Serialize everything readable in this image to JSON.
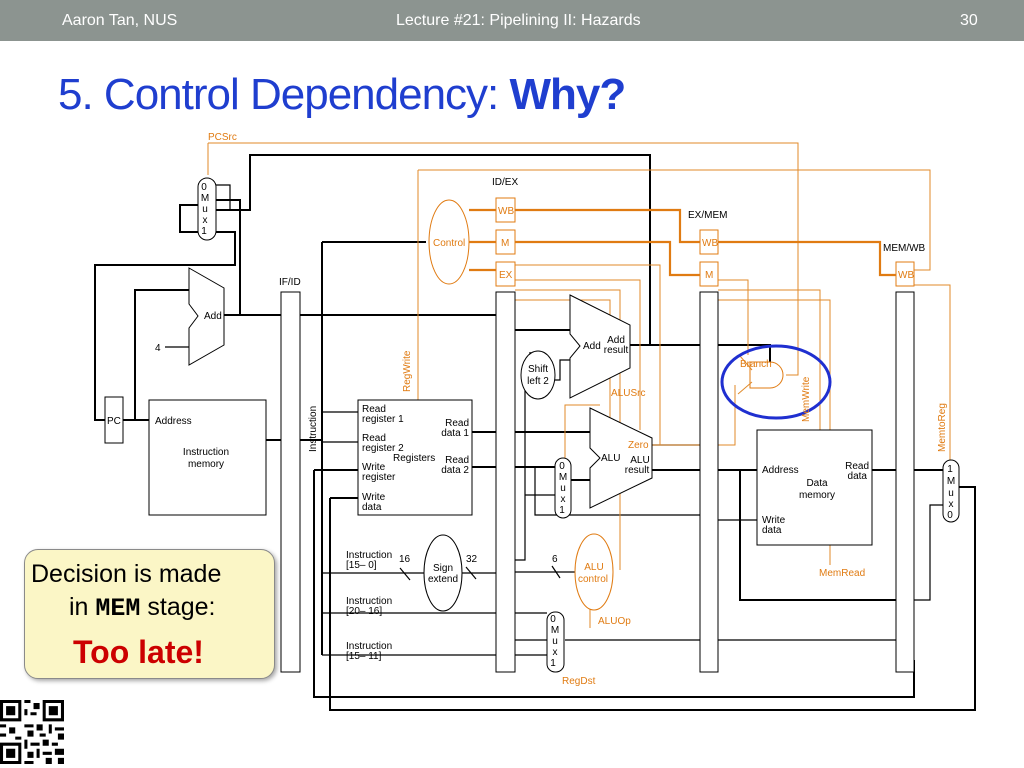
{
  "header": {
    "left": "Aaron Tan, NUS",
    "center": "Lecture #21: Pipelining II: Hazards",
    "page": "30"
  },
  "title": {
    "main": "5. Control Dependency: ",
    "emph": "Why?"
  },
  "callout": {
    "line1": "Decision is made",
    "line2_pre": "in ",
    "line2_code": "MEM",
    "line2_post": " stage:",
    "line3": "Too late!"
  },
  "diagram": {
    "pcsrc": "PCSrc",
    "mux_top": [
      "0",
      "M",
      "u",
      "x",
      "1"
    ],
    "add": "Add",
    "four": "4",
    "pc": "PC",
    "imem_address": "Address",
    "imem_name1": "Instruction",
    "imem_name2": "memory",
    "if_id": "IF/ID",
    "id_ex": "ID/EX",
    "ex_mem": "EX/MEM",
    "mem_wb": "MEM/WB",
    "wb": "WB",
    "m": "M",
    "ex": "EX",
    "control": "Control",
    "regwrite": "RegWrite",
    "instruction_vert": "Instruction",
    "reg_read1a": "Read",
    "reg_read1b": "register 1",
    "reg_read2a": "Read",
    "reg_read2b": "register 2",
    "reg_write_a": "Write",
    "reg_write_b": "register",
    "reg_wdata_a": "Write",
    "reg_wdata_b": "data",
    "reg_name": "Registers",
    "reg_rd1a": "Read",
    "reg_rd1b": "data 1",
    "reg_rd2a": "Read",
    "reg_rd2b": "data 2",
    "shift_a": "Shift",
    "shift_b": "left 2",
    "add_result_a": "Add",
    "add_result_b": "result",
    "alusrc": "ALUSrc",
    "zero": "Zero",
    "alu": "ALU",
    "alu_result_a": "ALU",
    "alu_result_b": "result",
    "mux_alu": [
      "0",
      "M",
      "u",
      "x",
      "1"
    ],
    "instr_15_0a": "Instruction",
    "instr_15_0b": "[15– 0]",
    "n16": "16",
    "n32": "32",
    "sign_a": "Sign",
    "sign_b": "extend",
    "n6": "6",
    "aluctl_a": "ALU",
    "aluctl_b": "control",
    "aluop": "ALUOp",
    "instr_20_16a": "Instruction",
    "instr_20_16b": "[20– 16]",
    "instr_15_11a": "Instruction",
    "instr_15_11b": "[15– 11]",
    "mux_dst": [
      "0",
      "M",
      "u",
      "x",
      "1"
    ],
    "regdst": "RegDst",
    "branch": "Branch",
    "memwrite": "MemWrite",
    "memread": "MemRead",
    "memtoreg": "MemtoReg",
    "dmem_address": "Address",
    "dmem_read_a": "Read",
    "dmem_read_b": "data",
    "dmem_name1": "Data",
    "dmem_name2": "memory",
    "dmem_write_a": "Write",
    "dmem_write_b": "data",
    "mux_wb": [
      "1",
      "M",
      "u",
      "x",
      "0"
    ]
  },
  "colors": {
    "header_bg": "#8c9490",
    "title": "#1f3ecf",
    "control_lines": "#e07b12",
    "highlight_circle": "#1f2fd0",
    "callout_bg": "#fbf6c6",
    "late": "#cc0000"
  }
}
